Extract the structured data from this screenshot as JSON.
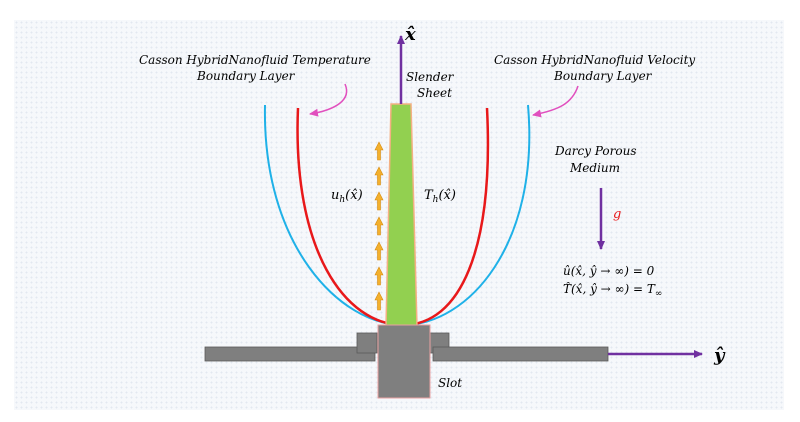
{
  "labels": {
    "axis_x": "x̂",
    "axis_y": "ŷ",
    "temperature_layer": [
      "Casson HybridNanofluid Temperature",
      "Boundary Layer"
    ],
    "velocity_layer": [
      "Casson HybridNanofluid Velocity",
      "Boundary  Layer"
    ],
    "sheet": [
      "Slender",
      "Sheet"
    ],
    "porous_medium": [
      "Darcy Porous",
      "Medium"
    ],
    "gravity": "g",
    "velocity_symbol_base": "u",
    "velocity_symbol_sub": "h",
    "velocity_symbol_arg": "(x̂)",
    "temperature_symbol_base": "T",
    "temperature_symbol_sub": "h",
    "temperature_symbol_arg": "(x̂)",
    "bc_velocity": "û(x̂, ŷ → ∞) = 0",
    "bc_temperature_lhs": "T̂(x̂, ŷ → ∞) = T",
    "bc_temperature_sub": "∞",
    "slot": "Slot"
  },
  "colors": {
    "sheet_fill": "#92d050",
    "sheet_outline": "#f4b083",
    "temperature_curve": "#e8181a",
    "velocity_curve": "#1fb1e8",
    "axis_arrow": "#7030a0",
    "pointer_arrow": "#e14fbe",
    "gravity_symbol": "#e8181a",
    "flow_arrow": "#f3b02d",
    "wall": "#7f7f7f",
    "slot_outline": "#e8a0a0"
  },
  "icons": [
    "axis-arrow-icon",
    "gravity-arrow-icon",
    "flow-arrow-icon",
    "pointer-arrow-icon"
  ]
}
